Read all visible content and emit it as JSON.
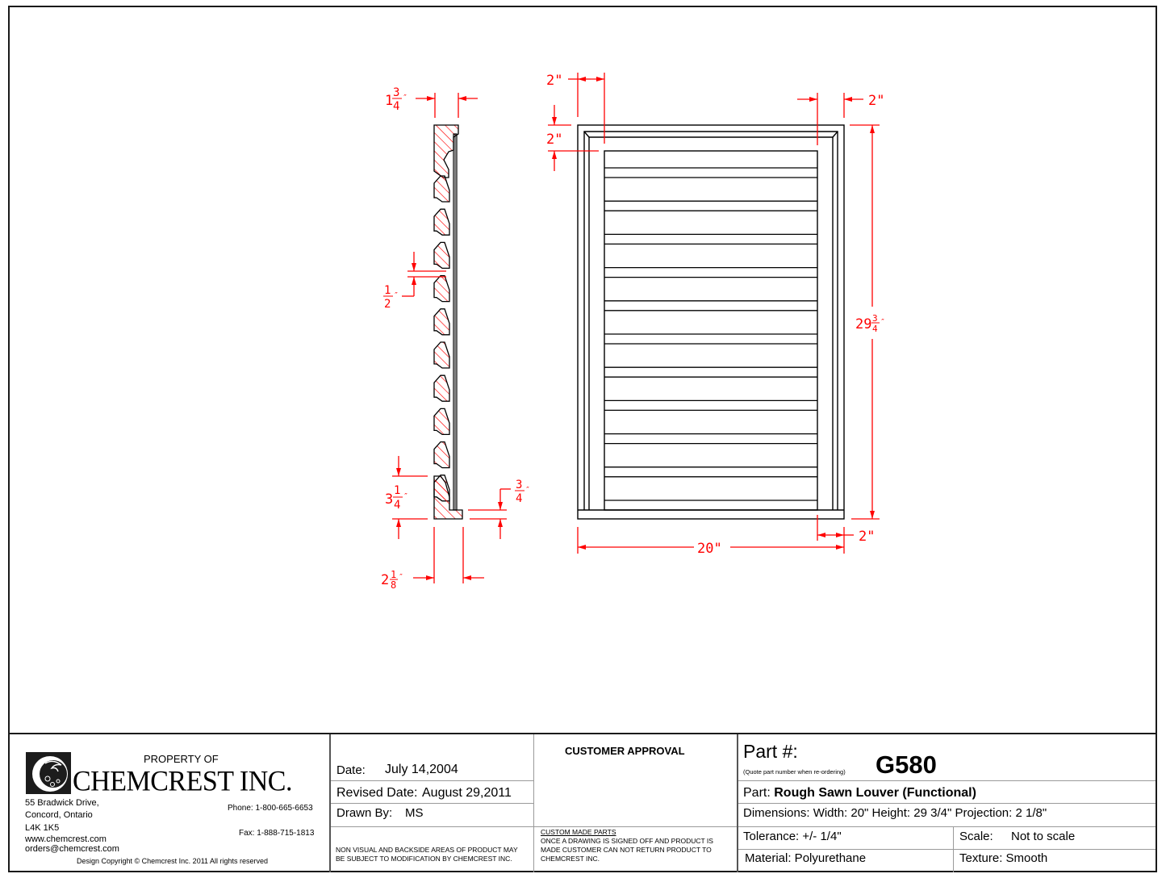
{
  "drawing": {
    "side_view": {
      "dimensions": {
        "top_depth": "1¾\"",
        "top_depth_whole": "1",
        "top_depth_num": "3",
        "top_depth_den": "4",
        "slat_gap_num": "1",
        "slat_gap_den": "2",
        "bottom_height_whole": "3",
        "bottom_height_num": "1",
        "bottom_height_den": "4",
        "lip_num": "3",
        "lip_den": "4",
        "projection_whole": "2",
        "projection_num": "1",
        "projection_den": "8"
      },
      "slat_count": 11
    },
    "front_view": {
      "dimensions": {
        "stile_top_left": "2\"",
        "rail_top": "2\"",
        "stile_top_right": "2\"",
        "height_whole": "29",
        "height_num": "3",
        "height_den": "4",
        "width": "20\"",
        "stile_bottom_right": "2\""
      },
      "slat_count": 11
    },
    "colors": {
      "dimension": "#ff0000",
      "hatch": "#ff0000",
      "outline": "#000000"
    }
  },
  "title_block": {
    "company": {
      "property_of": "PROPERTY OF",
      "name": "CHEMCREST INC.",
      "address_line1": "55 Bradwick Drive,",
      "address_line2": "Concord, Ontario",
      "postal_code": "L4K 1K5",
      "website": "www.chemcrest.com",
      "email": "orders@chemcrest.com",
      "phone": "Phone: 1-800-665-6653",
      "fax": "Fax: 1-888-715-1813",
      "copyright": "Design Copyright © Chemcrest Inc. 2011 All rights reserved"
    },
    "dates": {
      "date_label": "Date:",
      "date_value": "July 14,2004",
      "revised_label": "Revised Date:",
      "revised_value": "August 29,2011",
      "drawn_by_label": "Drawn By:",
      "drawn_by_value": "MS",
      "notice": "NON VISUAL AND BACKSIDE AREAS OF PRODUCT MAY",
      "notice2": "BE SUBJECT TO MODIFICATION BY CHEMCREST INC."
    },
    "approval": {
      "title": "CUSTOMER APPROVAL",
      "custom_heading": "CUSTOM MADE PARTS",
      "custom_line1": "ONCE A DRAWING IS SIGNED OFF AND PRODUCT IS",
      "custom_line2": "MADE CUSTOMER CAN NOT RETURN PRODUCT TO",
      "custom_line3": "CHEMCREST INC."
    },
    "part": {
      "part_number_label": "Part #:",
      "part_number_hint": "(Quote part number when re-ordering)",
      "part_number": "G580",
      "part_label": "Part:",
      "part_name": "Rough Sawn Louver (Functional)",
      "dimensions": "Dimensions: Width: 20\" Height: 29 3/4\" Projection: 2 1/8\"",
      "tolerance": "Tolerance: +/- 1/4\"",
      "scale_label": "Scale:",
      "scale_value": "Not to scale",
      "material": "Material: Polyurethane",
      "texture": "Texture: Smooth"
    }
  }
}
